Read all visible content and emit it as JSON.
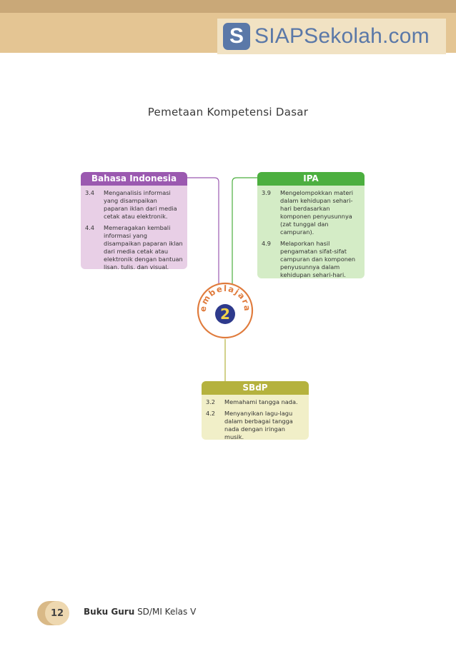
{
  "header": {
    "logo_letter": "S",
    "logo_text": "SIAPSekolah.com"
  },
  "page_title": "Pemetaan Kompetensi Dasar",
  "center": {
    "label": "Pembelajaran",
    "number": "2"
  },
  "subjects": {
    "bahasa_indonesia": {
      "title": "Bahasa Indonesia",
      "items": [
        {
          "code": "3.4",
          "text": "Menganalisis informasi yang disampaikan paparan iklan dari media cetak atau elektronik."
        },
        {
          "code": "4.4",
          "text": "Memeragakan kembali informasi yang disampaikan paparan iklan dari media cetak atau elektronik dengan bantuan lisan, tulis, dan visual."
        }
      ]
    },
    "ipa": {
      "title": "IPA",
      "items": [
        {
          "code": "3.9",
          "text": "Mengelompokkan materi dalam kehidupan sehari-hari berdasarkan komponen penyusunnya (zat tunggal dan campuran)."
        },
        {
          "code": "4.9",
          "text": "Melaporkan hasil pengamatan sifat-sifat campuran dan komponen penyusunnya dalam kehidupan sehari-hari."
        }
      ]
    },
    "sbdp": {
      "title": "SBdP",
      "items": [
        {
          "code": "3.2",
          "text": "Memahami tangga nada."
        },
        {
          "code": "4.2",
          "text": "Menyanyikan lagu-lagu dalam berbagai tangga nada dengan iringan musik."
        }
      ]
    }
  },
  "footer": {
    "page_number": "12",
    "book_bold": "Buku Guru",
    "book_rest": " SD/MI Kelas V"
  },
  "colors": {
    "bahasa_indonesia": "#9b59b0",
    "ipa": "#4caf3f",
    "sbdp": "#b5b23e",
    "center_circle": "#2e3a8c",
    "header_band": "#e4c593"
  }
}
